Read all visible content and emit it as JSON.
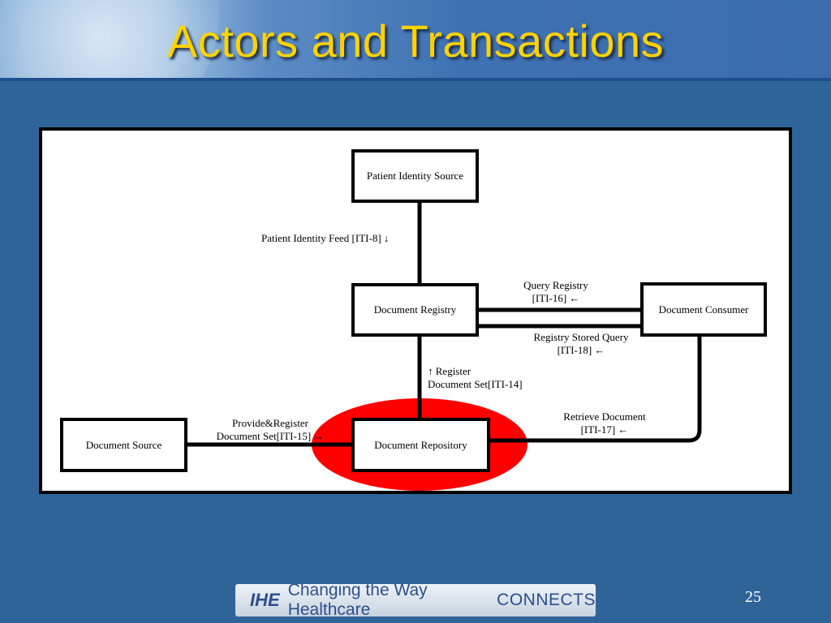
{
  "slide": {
    "title": "Actors and Transactions",
    "page_number": "25"
  },
  "footer": {
    "logo_mark": "IHE",
    "tagline": "Changing the Way Healthcare",
    "brand": "CONNECTS"
  },
  "colors": {
    "background": "#2f6499",
    "title": "#ffd200",
    "highlight": "#ff0000"
  },
  "diagram": {
    "actors": {
      "patient_identity_source": "Patient Identity Source",
      "document_registry": "Document Registry",
      "document_consumer": "Document Consumer",
      "document_source": "Document Source",
      "document_repository": "Document Repository"
    },
    "transactions": {
      "patient_identity_feed": "Patient Identity Feed [ITI-8] ↓",
      "query_registry_l1": "Query Registry",
      "query_registry_l2": "[ITI-16] ←",
      "registry_stored_query_l1": "Registry Stored Query",
      "registry_stored_query_l2": "[ITI-18] ←",
      "register_l1": "↑ Register",
      "register_l2": "Document Set[ITI-14]",
      "retrieve_l1": "Retrieve Document",
      "retrieve_l2": "[ITI-17] ←",
      "provide_l1": "Provide&Register",
      "provide_l2": "Document Set[ITI-15] →"
    }
  }
}
